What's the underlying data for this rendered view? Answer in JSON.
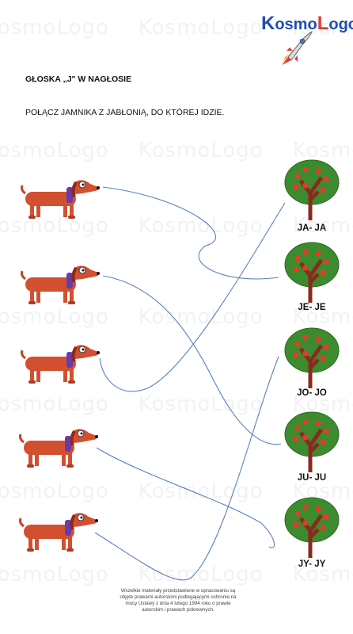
{
  "logo": {
    "k": "K",
    "mid": "osmo",
    "l": "L",
    "end": "ogo",
    "rocket": "rocket-icon"
  },
  "watermark": "KosmoLogo",
  "title": "GŁOSKA „J\" W NAGŁOSIE",
  "instruction": "POŁĄCZ JAMNIKA Z JABŁONIĄ, DO KTÓREJ IDZIE.",
  "trees": [
    {
      "label": "JA- JA"
    },
    {
      "label": "JE- JE"
    },
    {
      "label": "JO- JO"
    },
    {
      "label": "JU- JU"
    },
    {
      "label": "JY- JY"
    }
  ],
  "dogs": [
    {
      "icon": "dachshund-icon"
    },
    {
      "icon": "dachshund-icon"
    },
    {
      "icon": "dachshund-icon"
    },
    {
      "icon": "dachshund-icon"
    },
    {
      "icon": "dachshund-icon"
    }
  ],
  "footer": "Wszelkie materiały przedstawione w opracowaniu są objęte prawami autorskimi podlegającymi ochronie na mocy Ustawy z dnia 4 lutego 1994 roku o prawie autorskim i prawach pokrewnych.",
  "colors": {
    "line": "#5a7fc0",
    "dog": "#d2502f",
    "tree_crown": "#3d8b2f",
    "trunk": "#8a2a1e",
    "apple": "#e83a2a"
  }
}
